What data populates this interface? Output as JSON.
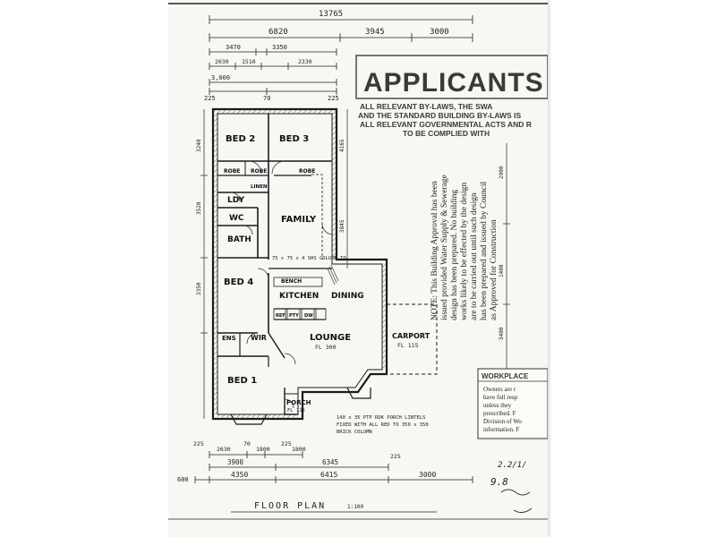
{
  "dimensions": {
    "overall": "13765",
    "top_6820": "6820",
    "top_3945": "3945",
    "top_3000": "3000",
    "sub_3470": "3470",
    "sub_3350": "3350",
    "r_2030": "2030",
    "r_1510": "1510",
    "r_2330": "2330",
    "bed_3000": "3,000",
    "d_225a": "225",
    "d_70": "70",
    "d_225b": "225",
    "bot_225a": "225",
    "bot_2630": "2630",
    "bot_70": "70",
    "bot_1800a": "1800",
    "bot_225b": "225",
    "bot_1800b": "1800",
    "bot_3900": "3900",
    "bot_6345": "6345",
    "bot_4350": "4350",
    "bot_6415": "6415",
    "bot_3000": "3000",
    "bot_600": "600",
    "bot_225c": "225",
    "left_3240": "3240",
    "left_3520": "3520",
    "left_3350": "3350",
    "right_4165": "4165",
    "right_3845": "3845",
    "right_2900": "2900",
    "right_1400": "1400",
    "right_3400": "3400"
  },
  "rooms": {
    "bed2": "BED 2",
    "bed3": "BED 3",
    "robe1": "ROBE",
    "robe2": "ROBE",
    "robe3": "ROBE",
    "linen": "LINEN",
    "ldy": "LDY",
    "wc": "WC",
    "bath": "BATH",
    "family": "FAMILY",
    "bed4": "BED 4",
    "kitchen": "KITCHEN",
    "dining": "DINING",
    "lounge": "LOUNGE",
    "lounge_fl": "FL 300",
    "carport": "CARPORT",
    "carport_fl": "FL 115",
    "wir": "WIR",
    "ens": "ENS",
    "bed1": "BED 1",
    "porch": "PORCH",
    "porch_fl": "FL 115",
    "bench": "BENCH",
    "ref": "REF",
    "pty": "PTY",
    "dw": "DW"
  },
  "notes": {
    "column": "75 x 75 x 4 SHS COLUMN TO",
    "porch_lintels_1": "140 x 35 PTP RDK PORCH LINTELS",
    "porch_lintels_2": "FIXED WITH ALL RED TO 350 x 350",
    "porch_lintels_3": "BRICK COLUMN"
  },
  "stamp": {
    "title": "APPLICANTS C",
    "line1": "ALL RELEVANT BY-LAWS, THE SWA",
    "line2": "AND THE STANDARD BUILDING BY-LAWS IS",
    "line3": "ALL RELEVANT GOVERNMENTAL ACTS AND R",
    "line4": "TO BE COMPLIED WITH"
  },
  "approval_note": [
    "NOTE: This Building Approval has been",
    "issued provided Water Supply & Sewerage",
    "design has been prepared. No building",
    "works likely to be effected by the design",
    "are to be carried out until such design",
    "has been prepared and issued by Council",
    "as   Approved for Construction"
  ],
  "workplace": {
    "title": "WORKPLACE",
    "l1": "Owners are r",
    "l2": "have full resp",
    "l3": "unless they",
    "l4": "prescribed. F",
    "l5": "Division of Wo",
    "l6": "information. F"
  },
  "title_block": {
    "title": "FLOOR  PLAN",
    "scale": "1:100"
  },
  "signature": {
    "date": "2.2/1/",
    "initials": "9.8"
  }
}
